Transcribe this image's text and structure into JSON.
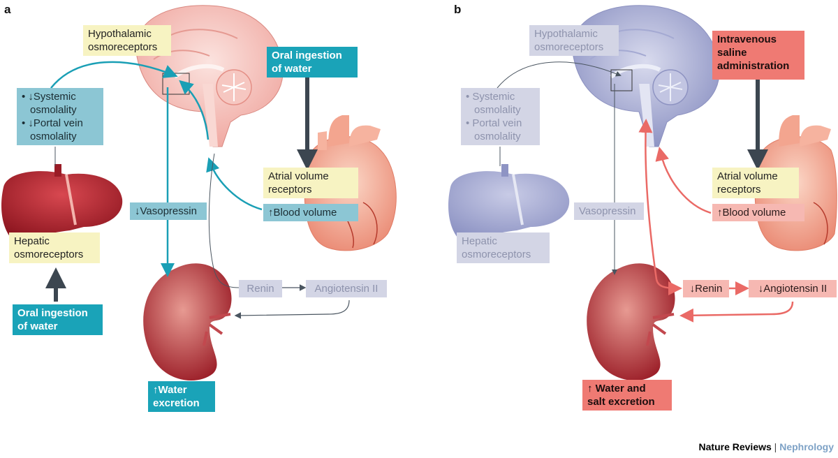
{
  "panel_a": {
    "letter": "a",
    "hypothalamic": [
      "Hypothalamic",
      "osmoreceptors"
    ],
    "systemic": [
      "• ↓Systemic",
      "osmolality",
      "• ↓Portal vein",
      "osmolality"
    ],
    "hepatic": [
      "Hepatic",
      "osmoreceptors"
    ],
    "oral_left": [
      "Oral ingestion",
      "of water"
    ],
    "oral_right": [
      "Oral ingestion",
      "of water"
    ],
    "vasopressin": "↓Vasopressin",
    "atrial": [
      "Atrial volume",
      "receptors"
    ],
    "blood_volume": "↑Blood volume",
    "renin": "Renin",
    "angiotensin": "Angiotensin II",
    "water_excretion": [
      "↑Water",
      "excretion"
    ]
  },
  "panel_b": {
    "letter": "b",
    "hypothalamic": [
      "Hypothalamic",
      "osmoreceptors"
    ],
    "iv_saline": [
      "Intravenous",
      "saline",
      "administration"
    ],
    "systemic": [
      "• Systemic",
      "osmolality",
      "• Portal vein",
      "osmolality"
    ],
    "hepatic": [
      "Hepatic",
      "osmoreceptors"
    ],
    "vasopressin": "Vasopressin",
    "atrial": [
      "Atrial volume",
      "receptors"
    ],
    "blood_volume": "↑Blood volume",
    "renin": "↓Renin",
    "angiotensin": "↓Angiotensin II",
    "water_salt_excretion": [
      "↑ Water and",
      "salt excretion"
    ]
  },
  "credit": {
    "journal_group": "Nature Reviews",
    "separator": " | ",
    "journal": "Nephrology"
  },
  "colors": {
    "teal": "#1aa3b8",
    "teal_light": "#8cc6d4",
    "yellow": "#f7f3c2",
    "grey": "#d3d5e5",
    "salmon": "#f6b8b2",
    "red": "#ef7a73",
    "organ_red": "#b8282f",
    "organ_lavender": "#aeb3d6",
    "dark_arrow": "#3c4650"
  }
}
